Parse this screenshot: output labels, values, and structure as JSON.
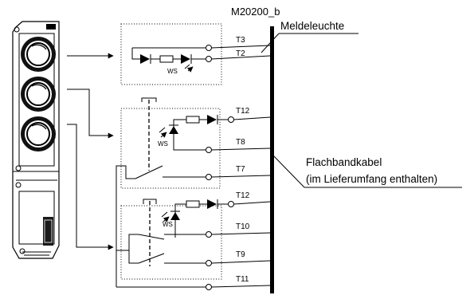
{
  "figure_id": "M20200_b",
  "callouts": {
    "indicator_light": "Meldeleuchte",
    "ribbon_cable_line1": "Flachbandkabel",
    "ribbon_cable_line2": "(im Lieferumfang enthalten)"
  },
  "terminals": {
    "t3": "T3",
    "t2": "T2",
    "t12_a": "T12",
    "t8": "T8",
    "t7": "T7",
    "t12_b": "T12",
    "t10": "T10",
    "t9": "T9",
    "t11": "T11"
  },
  "led_labels": {
    "indicator": "WS",
    "button1": "WS",
    "button2": "WS"
  },
  "device": {
    "buttons": 3
  }
}
